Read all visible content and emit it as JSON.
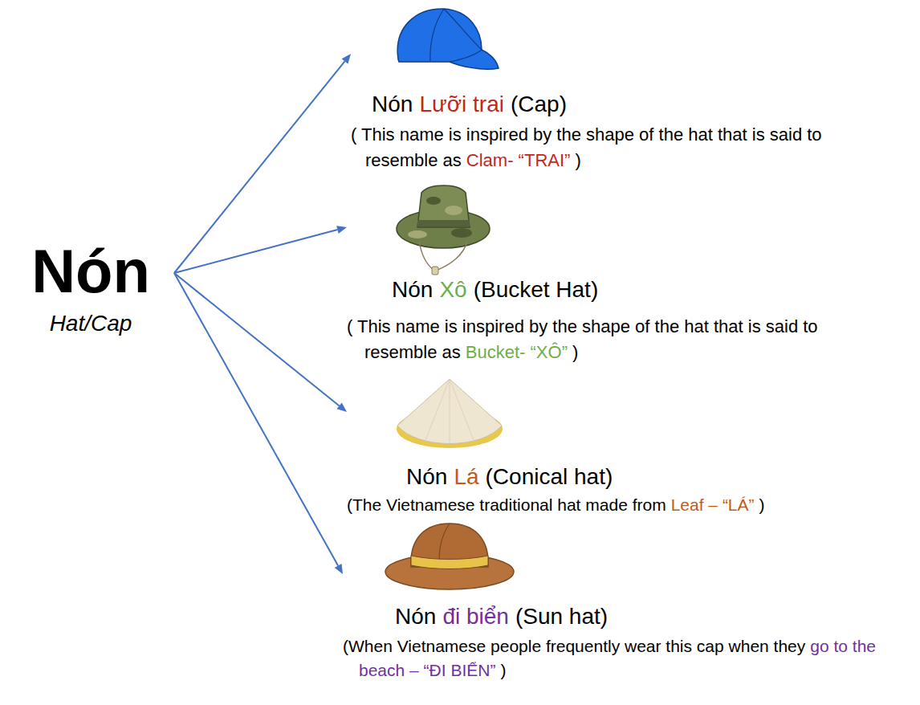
{
  "diagram": {
    "nodes": [
      {
        "text": [
          "Nón",
          "Hat/Cap"
        ]
      },
      {
        "text": [
          "Nón",
          "Lưỡi trai",
          "(Cap)",
          "( This name is inspired by the shape of the hat that is said to resemble as",
          "Clam- “TRAI”",
          ")"
        ]
      },
      {
        "text": [
          "Nón",
          "Xô",
          "(Bucket Hat)",
          "( This name is inspired by the shape of the hat that is said to resemble as",
          "Bucket- “XÔ”",
          ")"
        ]
      },
      {
        "text": [
          "Nón",
          "Lá",
          "(Conical hat)",
          "(The Vietnamese traditional hat made from",
          "Leaf – “LÁ”",
          ")"
        ]
      },
      {
        "text": [
          "Nón",
          "đi biển",
          "(Sun hat)",
          "(When Vietnamese people frequently wear this cap when they",
          "go to the beach – “ĐI BIỂN”",
          ")"
        ]
      }
    ],
    "edges": [
      {
        "from": 0,
        "to": 1,
        "arrow": "to"
      },
      {
        "from": 0,
        "to": 2,
        "arrow": "to"
      },
      {
        "from": 0,
        "to": 3,
        "arrow": "to"
      },
      {
        "from": 0,
        "to": 4,
        "arrow": "to"
      }
    ]
  }
}
